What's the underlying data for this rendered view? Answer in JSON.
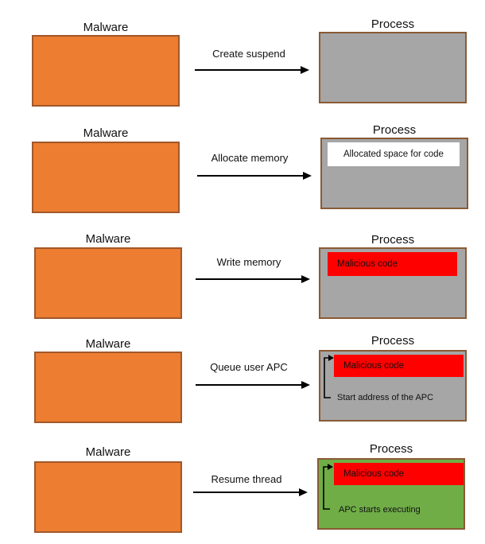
{
  "steps": [
    {
      "malware_label": "Malware",
      "process_label": "Process",
      "operation": "Create suspend",
      "process_state": "gray"
    },
    {
      "malware_label": "Malware",
      "process_label": "Process",
      "operation": "Allocate memory",
      "process_state": "gray",
      "inner_block": "Allocated space for code"
    },
    {
      "malware_label": "Malware",
      "process_label": "Process",
      "operation": "Write memory",
      "process_state": "gray",
      "inner_block": "Malicious code"
    },
    {
      "malware_label": "Malware",
      "process_label": "Process",
      "operation": "Queue user APC",
      "process_state": "gray",
      "inner_block": "Malicious code",
      "pointer_label": "Start address of the APC"
    },
    {
      "malware_label": "Malware",
      "process_label": "Process",
      "operation": "Resume thread",
      "process_state": "green",
      "inner_block": "Malicious code",
      "pointer_label": "APC starts executing"
    }
  ],
  "colors": {
    "malware_fill": "#ed7d31",
    "process_gray": "#a6a6a6",
    "process_green": "#70ad47",
    "malicious_code": "#ff0000",
    "allocated_space": "#ffffff"
  }
}
